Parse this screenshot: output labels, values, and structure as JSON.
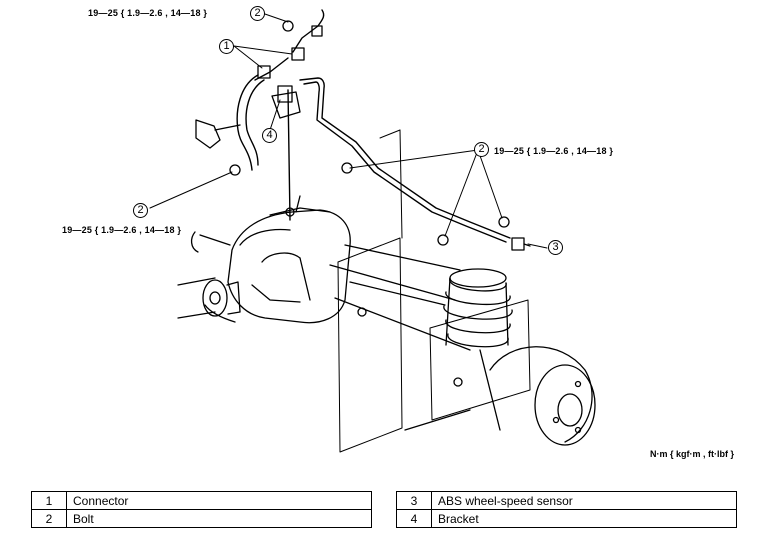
{
  "torques": {
    "top": "19—25 { 1.9—2.6 , 14—18 }",
    "left": "19—25 { 1.9—2.6 , 14—18 }",
    "right": "19—25 { 1.9—2.6 , 14—18 }"
  },
  "callouts": {
    "c1": "1",
    "c2_top": "2",
    "c2_left": "2",
    "c2_right": "2",
    "c3": "3",
    "c4": "4"
  },
  "units": "N·m { kgf·m , ft·lbf }",
  "legend": [
    {
      "num": "1",
      "label": "Connector"
    },
    {
      "num": "2",
      "label": "Bolt"
    },
    {
      "num": "3",
      "label": "ABS wheel-speed sensor"
    },
    {
      "num": "4",
      "label": "Bracket"
    }
  ]
}
